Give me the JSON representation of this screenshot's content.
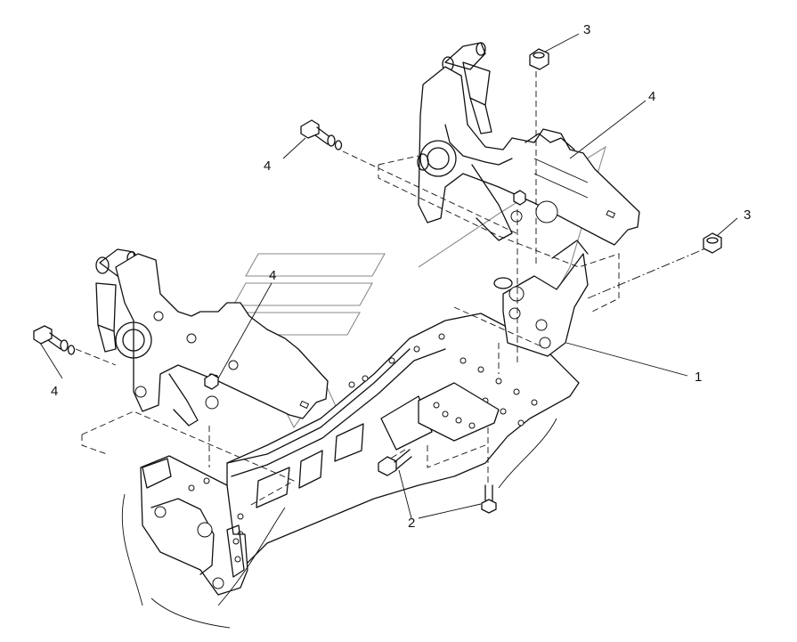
{
  "callouts": [
    {
      "id": "c3-top",
      "text": "3"
    },
    {
      "id": "c4-upper-right",
      "text": "4"
    },
    {
      "id": "c4-upper-left",
      "text": "4"
    },
    {
      "id": "c3-right",
      "text": "3"
    },
    {
      "id": "c4-middle",
      "text": "4"
    },
    {
      "id": "c4-left",
      "text": "4"
    },
    {
      "id": "c1",
      "text": "1"
    },
    {
      "id": "c2",
      "text": "2"
    }
  ],
  "colors": {
    "line": "#111111",
    "watermark": "#8a8a8a",
    "background": "#ffffff"
  }
}
